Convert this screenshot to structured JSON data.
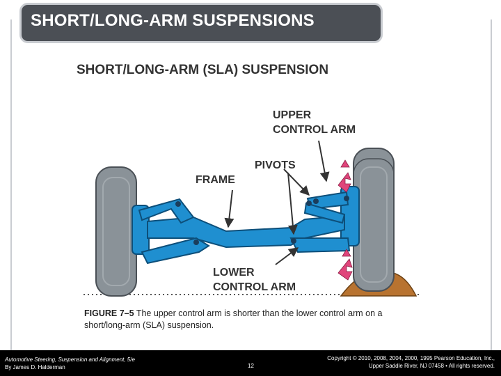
{
  "slide": {
    "title": "SHORT/LONG-ARM SUSPENSIONS"
  },
  "diagram": {
    "title": "SHORT/LONG-ARM (SLA) SUSPENSION",
    "labels": {
      "upper_control_arm_line1": "UPPER",
      "upper_control_arm_line2": "CONTROL ARM",
      "pivots": "PIVOTS",
      "frame": "FRAME",
      "lower_control_arm_line1": "LOWER",
      "lower_control_arm_line2": "CONTROL ARM"
    },
    "colors": {
      "frame_blue": "#1f8fd0",
      "frame_outline": "#0d4f7a",
      "tire_gray": "#8a9298",
      "arrow_pink": "#e0457b",
      "ground_brown": "#b87330"
    }
  },
  "caption": {
    "figure_number": "FIGURE 7–5",
    "text": "The upper control arm is shorter than the lower control arm on a short/long-arm (SLA) suspension."
  },
  "footer": {
    "book_title": "Automotive Steering, Suspension and Alignment, 5/e",
    "author": "By James D. Halderman",
    "page_number": "12",
    "copyright_line1": "Copyright © 2010, 2008, 2004, 2000, 1995 Pearson Education, Inc.,",
    "copyright_line2": "Upper Saddle River, NJ 07458 • All rights reserved."
  }
}
